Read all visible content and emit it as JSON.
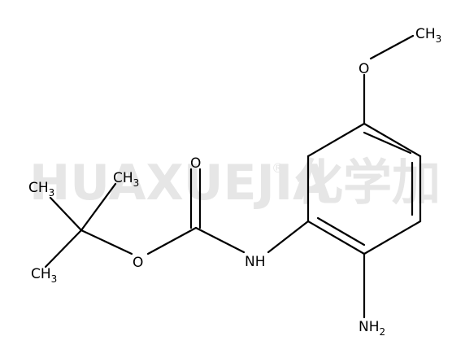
{
  "molecule": {
    "atoms": {
      "ch3_top": {
        "main": "CH",
        "sub": "3"
      },
      "o_methoxy": {
        "main": "O"
      },
      "o_carbonyl": {
        "main": "O"
      },
      "o_ester": {
        "main": "O"
      },
      "nh": {
        "main": "NH"
      },
      "nh2": {
        "main": "NH",
        "sub": "2"
      },
      "ch3_upper": {
        "main": "CH",
        "sub": "3"
      },
      "ch3_left": {
        "main": "CH",
        "sub": "3"
      },
      "ch3_lower": {
        "main": "CH",
        "sub": "3"
      }
    }
  },
  "watermark": {
    "text": "HUAXUEJIA",
    "registered": "®",
    "cn": "化学加",
    "color": "#e6e6e6"
  },
  "colors": {
    "ink": "#000000",
    "background": "#ffffff"
  }
}
